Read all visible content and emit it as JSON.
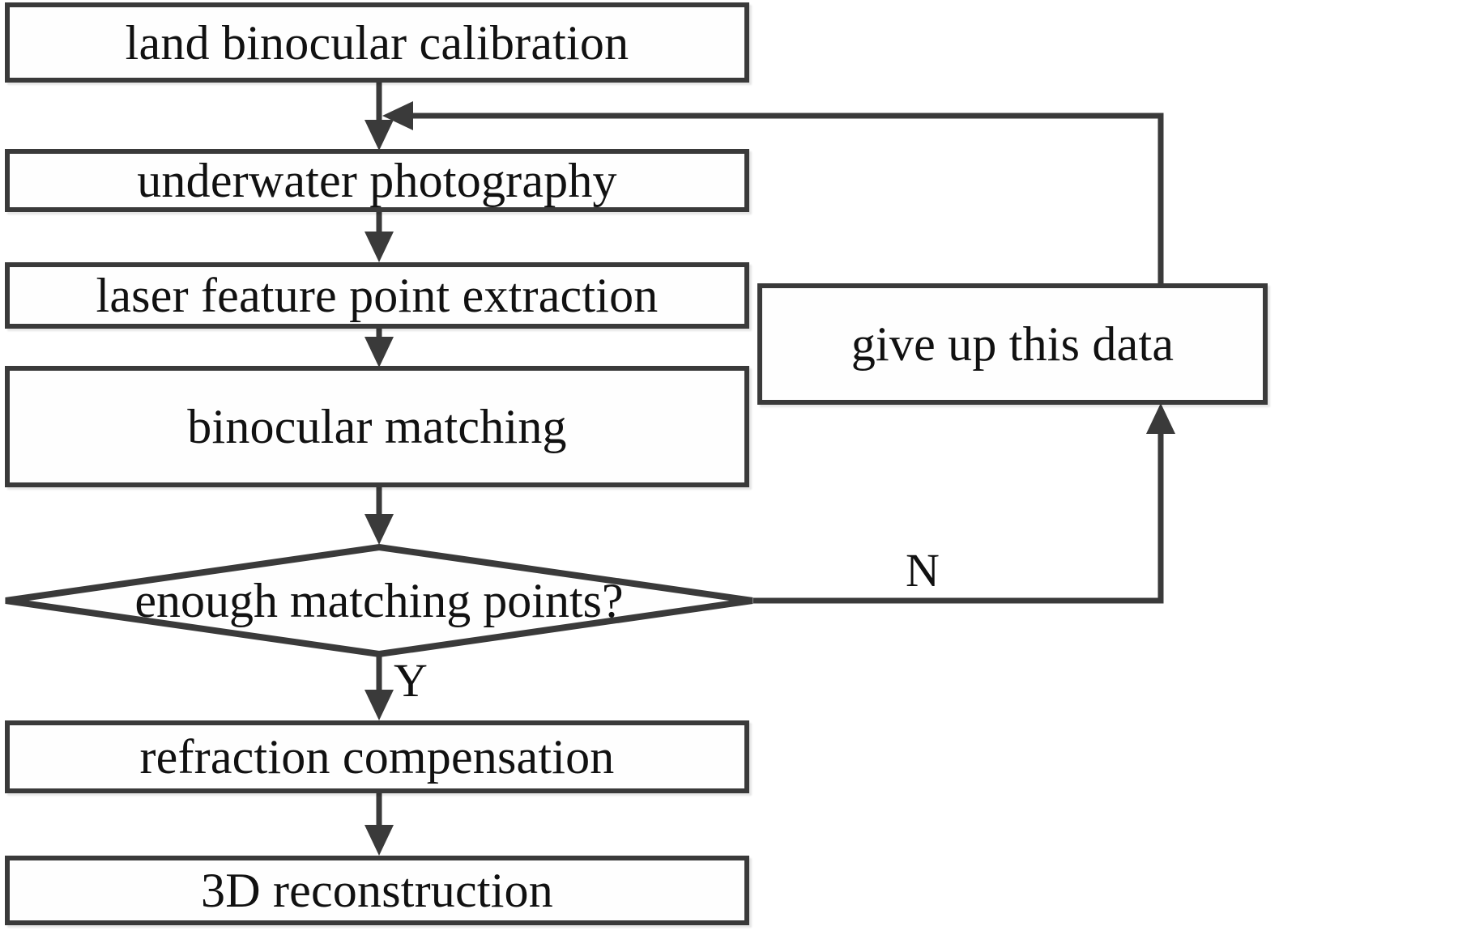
{
  "diagram": {
    "type": "flowchart",
    "title": "underwater binocular 3D reconstruction flowchart",
    "colors": {
      "stroke": "#3a3a3a",
      "text": "#111111",
      "background": "#ffffff",
      "fill": "#fefefe"
    },
    "nodes": [
      {
        "id": "land-binocular-calibration",
        "shape": "process",
        "label": "land binocular calibration"
      },
      {
        "id": "underwater-photography",
        "shape": "process",
        "label": "underwater photography"
      },
      {
        "id": "laser-feature-point-extraction",
        "shape": "process",
        "label": "laser feature point extraction"
      },
      {
        "id": "binocular-matching",
        "shape": "process",
        "label": "binocular matching"
      },
      {
        "id": "enough-matching-points",
        "shape": "decision",
        "label": "enough matching points?"
      },
      {
        "id": "refraction-compensation",
        "shape": "process",
        "label": "refraction compensation"
      },
      {
        "id": "3d-reconstruction",
        "shape": "process",
        "label": "3D reconstruction"
      },
      {
        "id": "give-up-this-data",
        "shape": "process",
        "label": "give up this data"
      }
    ],
    "edge_labels": {
      "no_branch": "N",
      "yes_branch": "Y"
    },
    "edges": [
      {
        "from": "land-binocular-calibration",
        "to": "underwater-photography",
        "label": ""
      },
      {
        "from": "underwater-photography",
        "to": "laser-feature-point-extraction",
        "label": ""
      },
      {
        "from": "laser-feature-point-extraction",
        "to": "binocular-matching",
        "label": ""
      },
      {
        "from": "binocular-matching",
        "to": "enough-matching-points",
        "label": ""
      },
      {
        "from": "enough-matching-points",
        "to": "give-up-this-data",
        "label": "N"
      },
      {
        "from": "enough-matching-points",
        "to": "refraction-compensation",
        "label": "Y"
      },
      {
        "from": "give-up-this-data",
        "to": "underwater-photography",
        "label": ""
      },
      {
        "from": "refraction-compensation",
        "to": "3d-reconstruction",
        "label": ""
      }
    ]
  }
}
